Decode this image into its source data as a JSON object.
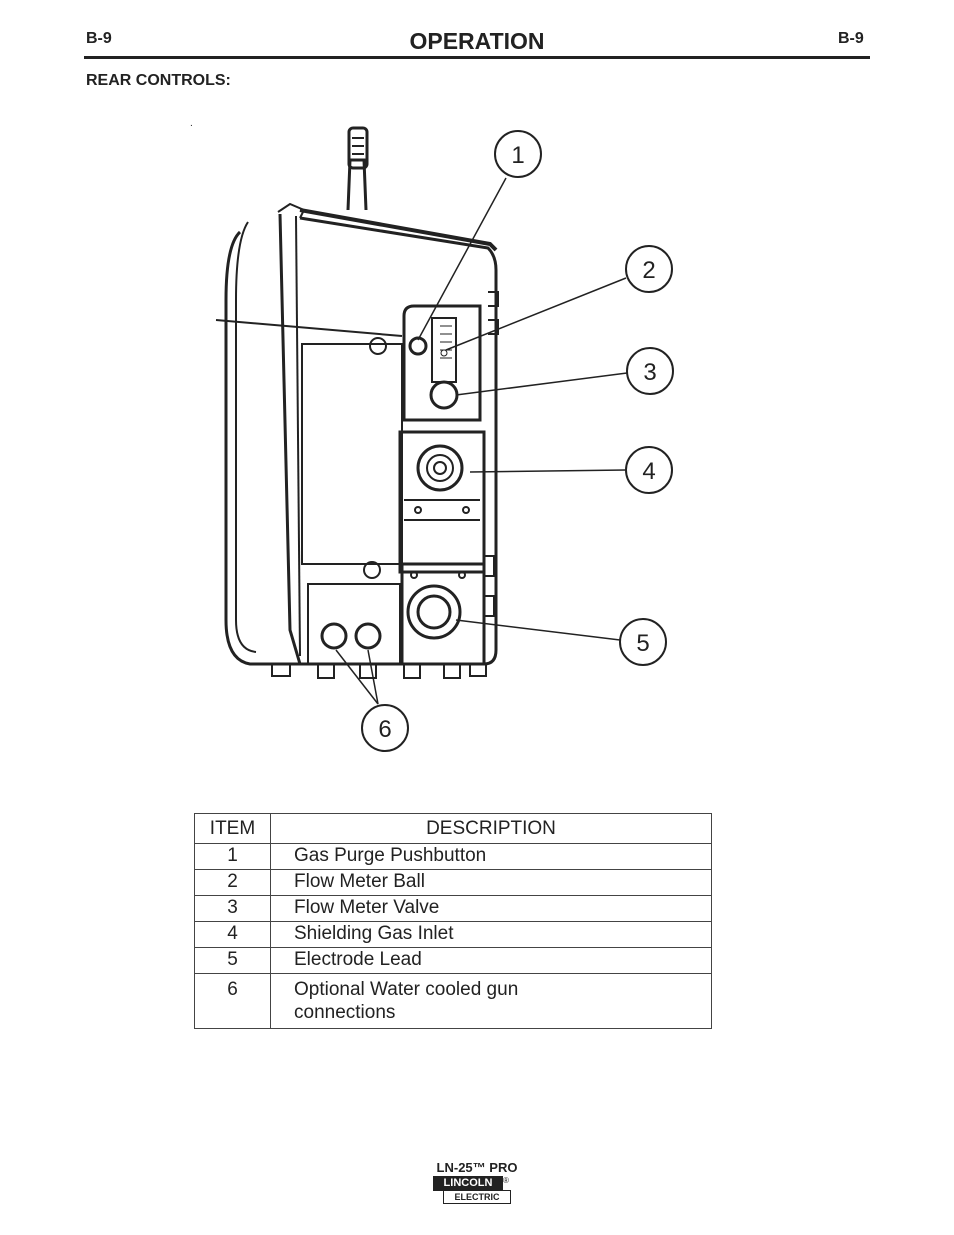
{
  "header": {
    "page_left": "B-9",
    "title": "OPERATION",
    "page_right": "B-9"
  },
  "section_title": "REAR CONTROLS:",
  "stray_mark": ".",
  "diagram": {
    "callouts": [
      "1",
      "2",
      "3",
      "4",
      "5",
      "6"
    ]
  },
  "table": {
    "headers": {
      "item": "ITEM",
      "description": "DESCRIPTION"
    },
    "rows": [
      {
        "item": "1",
        "line1": "Gas Purge Pushbutton",
        "line2": ""
      },
      {
        "item": "2",
        "line1": "Flow Meter Ball",
        "line2": ""
      },
      {
        "item": "3",
        "line1": "Flow Meter Valve",
        "line2": ""
      },
      {
        "item": "4",
        "line1": "Shielding Gas Inlet",
        "line2": ""
      },
      {
        "item": "5",
        "line1": "Electrode Lead",
        "line2": ""
      },
      {
        "item": "6",
        "line1": "Optional Water cooled gun",
        "line2": "connections"
      }
    ]
  },
  "footer": {
    "model": "LN-25™ PRO",
    "logo_top": "LINCOLN",
    "logo_bottom": "ELECTRIC",
    "logo_reg": "®"
  }
}
